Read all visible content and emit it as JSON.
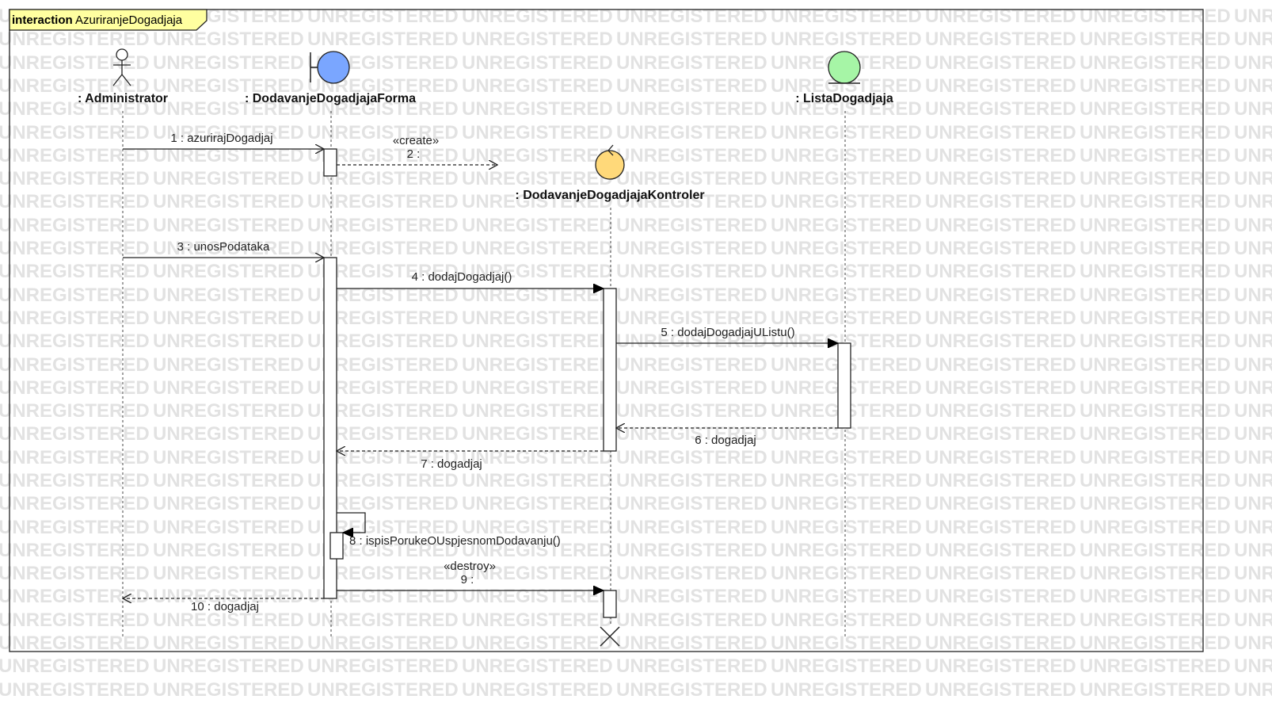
{
  "frame": {
    "keyword": "interaction",
    "name": "AzuriranjeDogadjaja"
  },
  "watermark": "UNREGISTERED",
  "lifelines": {
    "administrator": ": Administrator",
    "forma": ": DodavanjeDogadjajaForma",
    "kontroler": ": DodavanjeDogadjajaKontroler",
    "lista": ": ListaDogadjaja"
  },
  "messages": {
    "m1": "1 : azurirajDogadjaj",
    "m2_stereotype": "«create»",
    "m2": "2 :",
    "m3": "3 : unosPodataka",
    "m4": "4 : dodajDogadjaj()",
    "m5": "5 : dodajDogadjajUListu()",
    "m6": "6 : dogadjaj",
    "m7": "7 : dogadjaj",
    "m8": "8 : ispisPorukeOUspjesnomDodavanju()",
    "m9_stereotype": "«destroy»",
    "m9": "9 :",
    "m10": "10 : dogadjaj"
  },
  "colors": {
    "frame_tag": "#ffffa0",
    "boundary": "#7aa6ff",
    "control": "#ffd97a",
    "entity": "#a6f5a6"
  },
  "icons": {
    "administrator": "actor-icon",
    "forma": "boundary-icon",
    "kontroler": "control-icon",
    "lista": "entity-icon"
  }
}
